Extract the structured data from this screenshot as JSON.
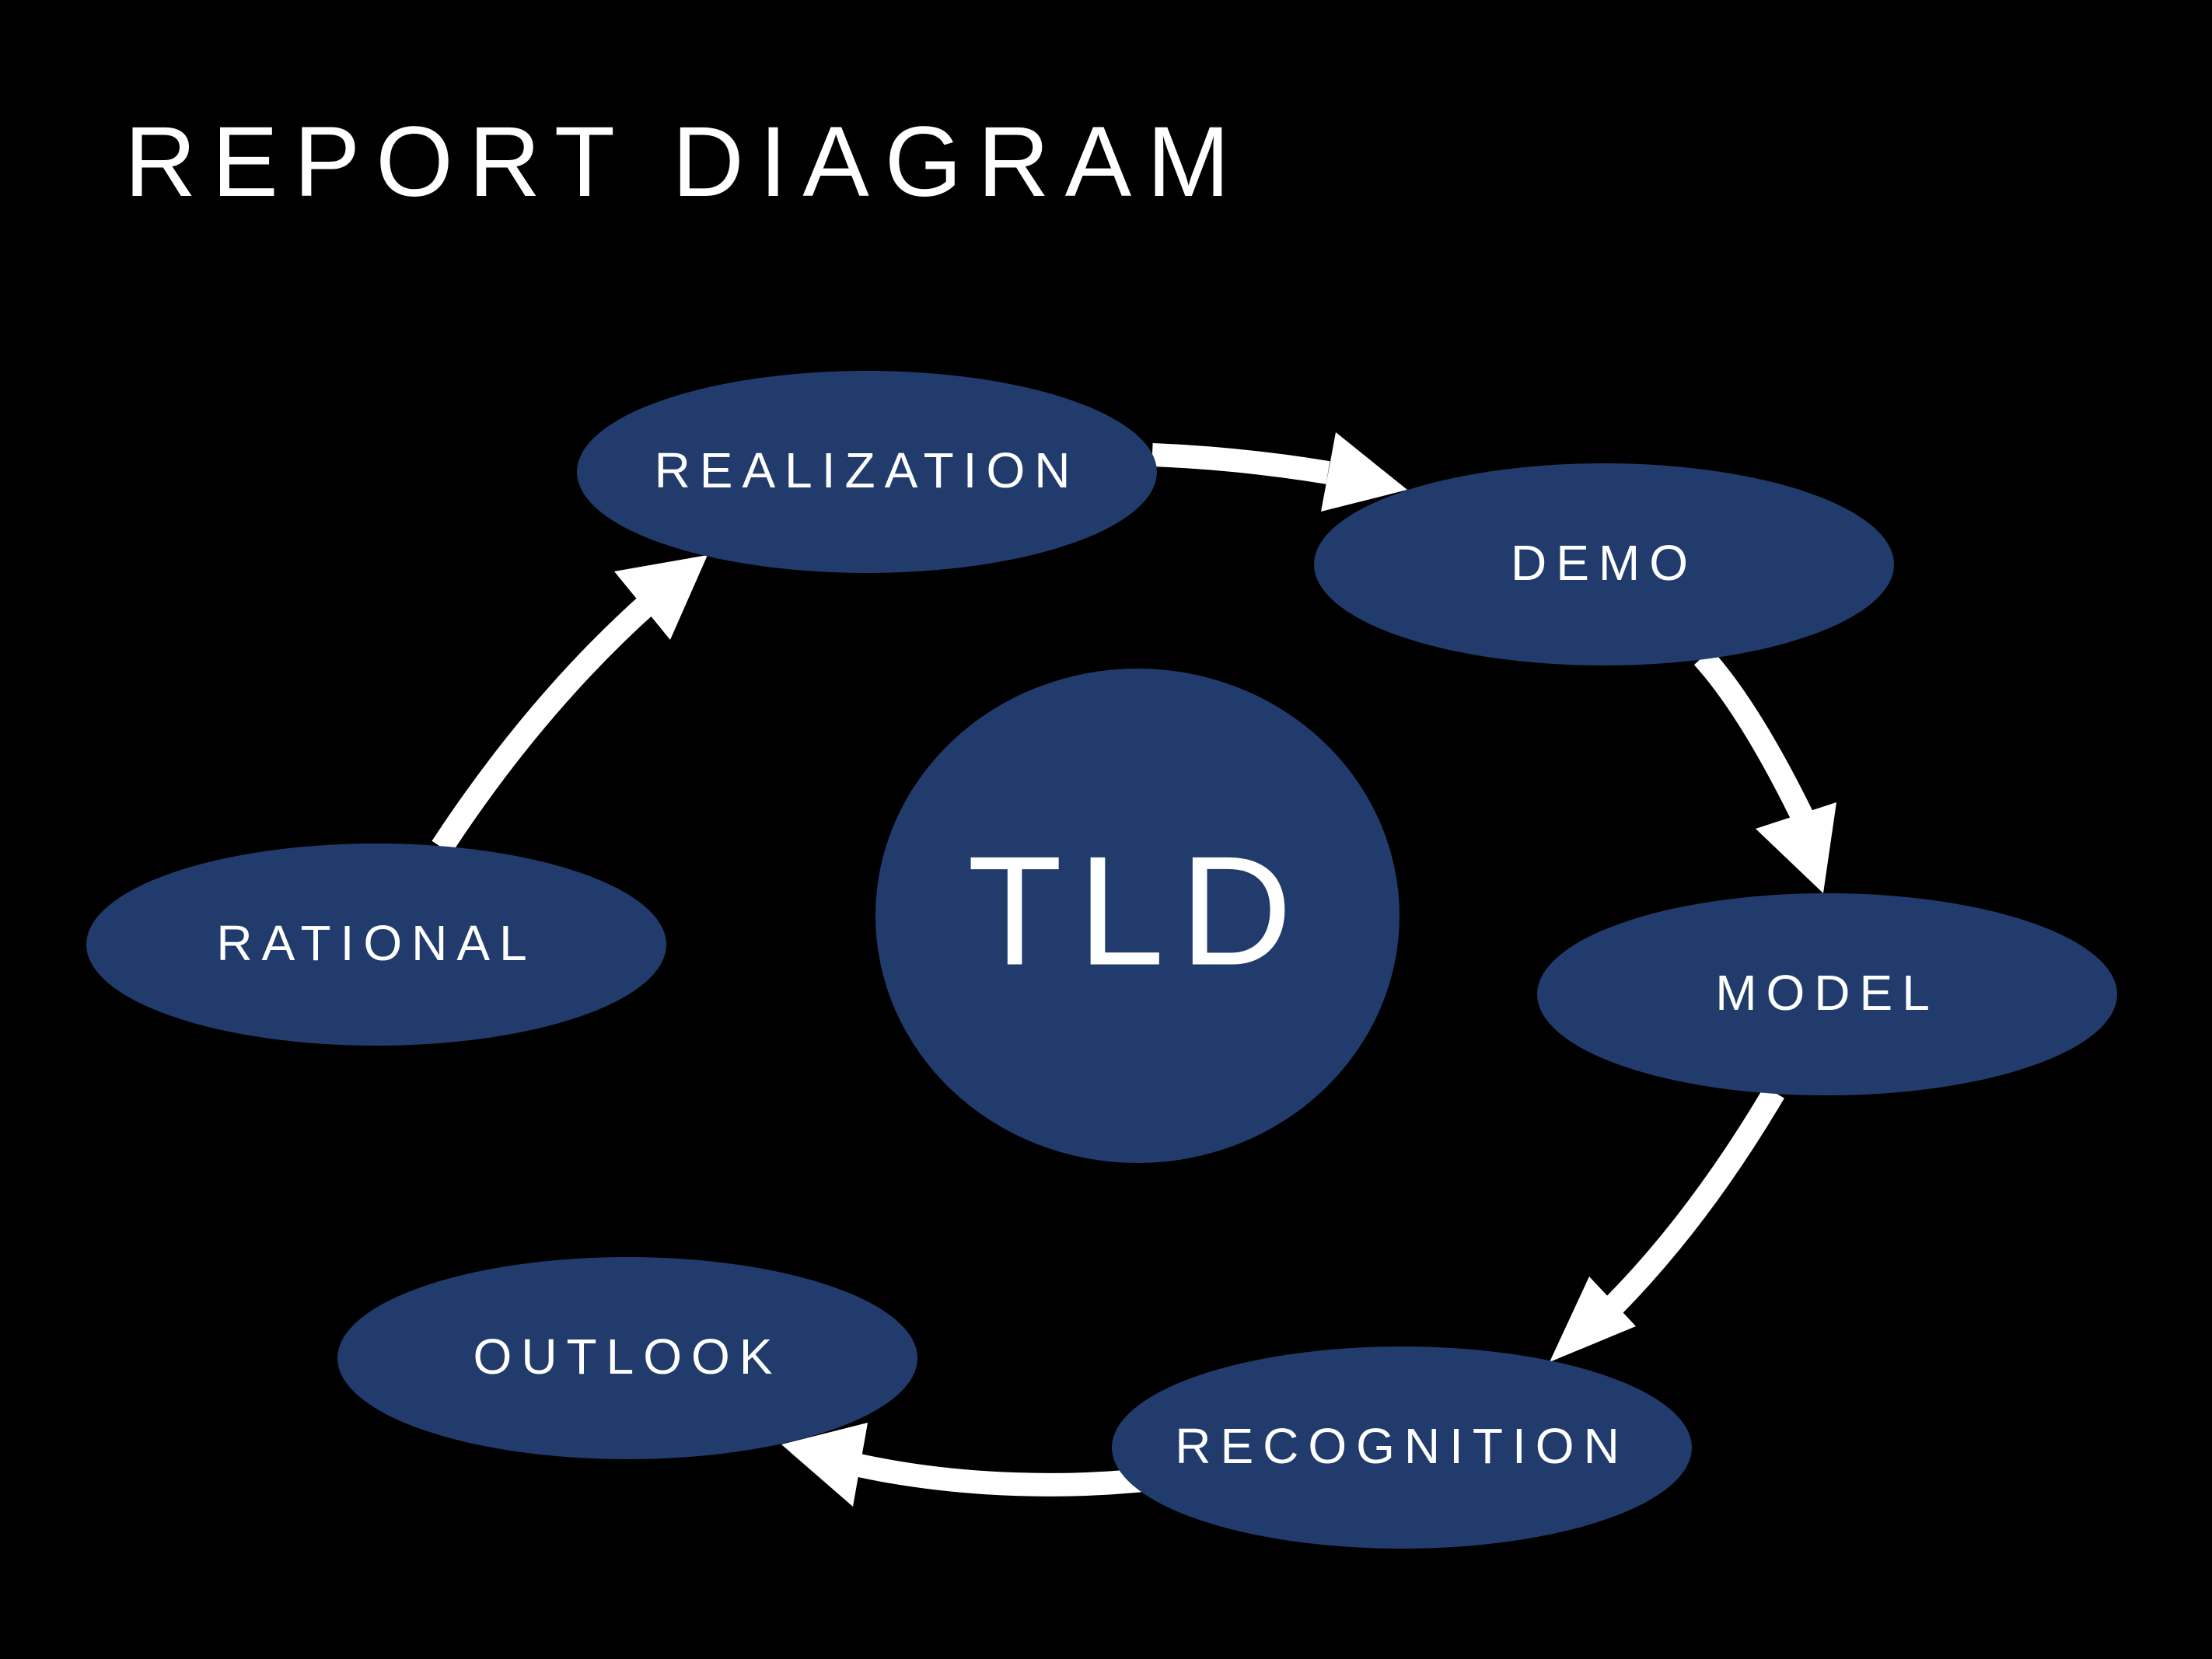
{
  "title": "REPORT DIAGRAM",
  "colors": {
    "background": "#000000",
    "node_fill": "#213C6C",
    "text": "#FFFFFF",
    "arrow": "#FFFFFF"
  },
  "diagram": {
    "center": {
      "label": "TLD"
    },
    "nodes": [
      {
        "id": "rational",
        "label": "RATIONAL"
      },
      {
        "id": "realization",
        "label": "REALIZATION"
      },
      {
        "id": "demo",
        "label": "DEMO"
      },
      {
        "id": "model",
        "label": "MODEL"
      },
      {
        "id": "recognition",
        "label": "RECOGNITION"
      },
      {
        "id": "outlook",
        "label": "OUTLOOK"
      }
    ],
    "edges": [
      {
        "from": "rational",
        "to": "realization"
      },
      {
        "from": "realization",
        "to": "demo"
      },
      {
        "from": "demo",
        "to": "model"
      },
      {
        "from": "model",
        "to": "recognition"
      },
      {
        "from": "recognition",
        "to": "outlook"
      }
    ]
  }
}
